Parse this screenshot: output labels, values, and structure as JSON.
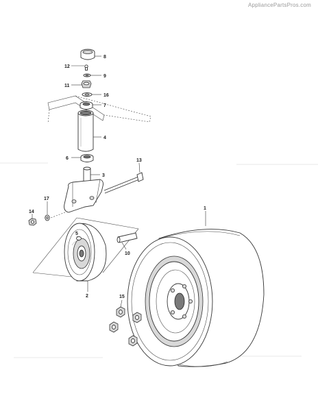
{
  "watermark": "AppliancePartsPros.com",
  "callouts": {
    "c1": "1",
    "c2": "2",
    "c3": "3",
    "c4": "4",
    "c5": "5",
    "c6": "6",
    "c7": "7",
    "c8": "8",
    "c9": "9",
    "c10": "10",
    "c11": "11",
    "c12": "12",
    "c13": "13",
    "c14": "14",
    "c15": "15",
    "c16": "16",
    "c17": "17"
  }
}
